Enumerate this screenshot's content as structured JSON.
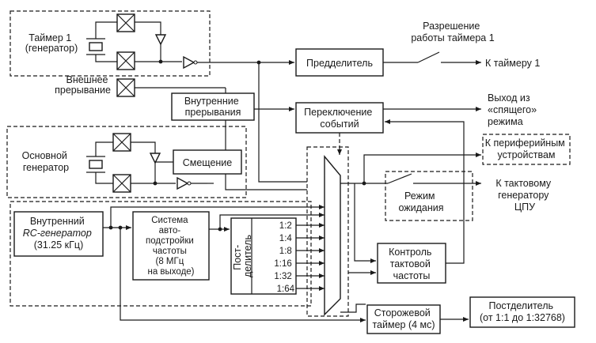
{
  "timer1_osc": [
    "Таймер 1",
    "(генератор)"
  ],
  "ext_int": [
    "Внешнее",
    "прерывание"
  ],
  "prescaler": "Предделитель",
  "timer1_enable": [
    "Разрешение",
    "работы таймера 1"
  ],
  "to_timer1": "К таймеру 1",
  "int_int": [
    "Внутренние",
    "прерывания"
  ],
  "event_switch": [
    "Переключение",
    "событий"
  ],
  "sleep_exit": [
    "Выход из",
    "«спящего»",
    "режима"
  ],
  "main_osc": [
    "Основной",
    "генератор"
  ],
  "bias": "Смещение",
  "to_periph": [
    "К периферийным",
    "устройствам"
  ],
  "to_cpu": [
    "К тактовому",
    "генератору",
    "ЦПУ"
  ],
  "idle": [
    "Режим",
    "ожидания"
  ],
  "rc_osc": [
    "Внутренний",
    "RC-генератор",
    "(31.25 кГц)"
  ],
  "autotune": [
    "Система",
    "авто-",
    "подстройки",
    "частоты",
    "(8 МГц",
    "на выходе)"
  ],
  "postdiv": [
    "Пост-",
    "делитель"
  ],
  "div_ratios": [
    "1:2",
    "1:4",
    "1:8",
    "1:16",
    "1:32",
    "1:64"
  ],
  "clock_monitor": [
    "Контроль",
    "тактовой",
    "частоты"
  ],
  "watchdog": [
    "Сторожевой",
    "таймер (4 мс)"
  ],
  "postscaler": [
    "Постделитель",
    "(от 1:1 до 1:32768)"
  ]
}
